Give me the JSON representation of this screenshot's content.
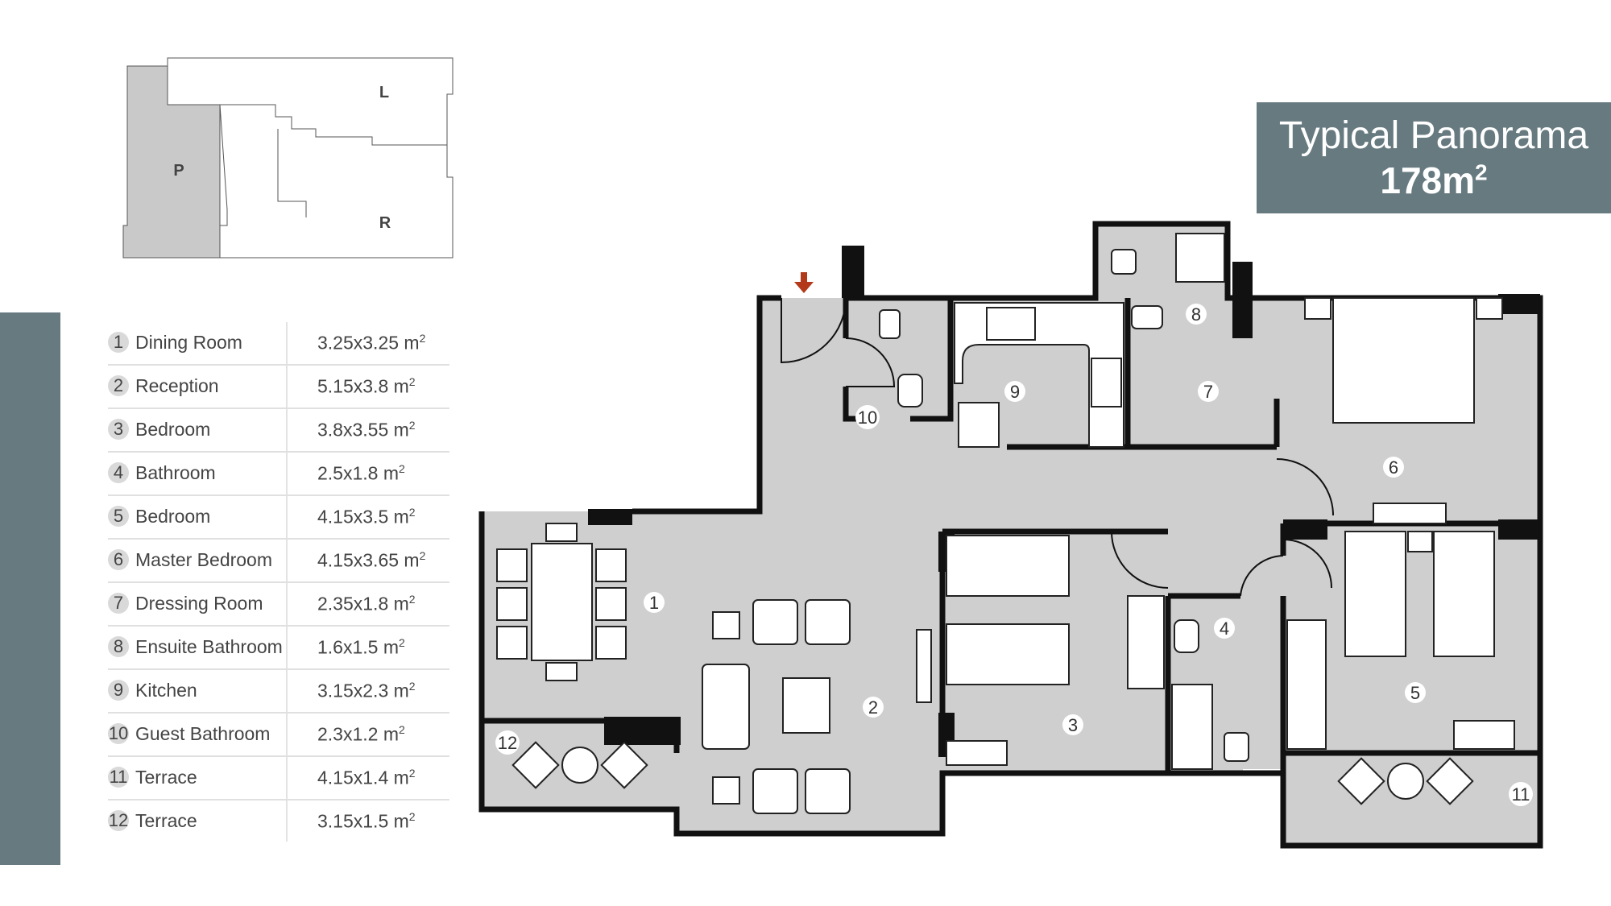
{
  "title": {
    "line1": "Typical Panorama",
    "area_value": "178m",
    "area_sup": "2"
  },
  "keyplan": {
    "labels": [
      "L",
      "P",
      "R"
    ],
    "highlight_color": "#c9c9c9"
  },
  "legend": {
    "unit_sup": "2",
    "rows": [
      {
        "num": "1",
        "name": "Dining Room",
        "size": "3.25x3.25 m"
      },
      {
        "num": "2",
        "name": "Reception",
        "size": "5.15x3.8 m"
      },
      {
        "num": "3",
        "name": "Bedroom",
        "size": "3.8x3.55 m"
      },
      {
        "num": "4",
        "name": "Bathroom",
        "size": "2.5x1.8 m"
      },
      {
        "num": "5",
        "name": "Bedroom",
        "size": "4.15x3.5 m"
      },
      {
        "num": "6",
        "name": "Master Bedroom",
        "size": "4.15x3.65 m"
      },
      {
        "num": "7",
        "name": "Dressing Room",
        "size": "2.35x1.8 m"
      },
      {
        "num": "8",
        "name": "Ensuite Bathroom",
        "size": "1.6x1.5 m"
      },
      {
        "num": "9",
        "name": "Kitchen",
        "size": "3.15x2.3 m"
      },
      {
        "num": "10",
        "name": "Guest Bathroom",
        "size": "2.3x1.2 m"
      },
      {
        "num": "11",
        "name": "Terrace",
        "size": "4.15x1.4 m"
      },
      {
        "num": "12",
        "name": "Terrace",
        "size": "3.15x1.5 m"
      }
    ]
  },
  "plan": {
    "room_numbers": [
      "1",
      "2",
      "3",
      "4",
      "5",
      "6",
      "7",
      "8",
      "9",
      "10",
      "11",
      "12"
    ],
    "entrance_icon": "arrow-down-icon",
    "colors": {
      "floor": "#cfcfcf",
      "wall": "#111111",
      "accent_panel": "#667a80",
      "entrance_arrow": "#b23a1a"
    }
  }
}
